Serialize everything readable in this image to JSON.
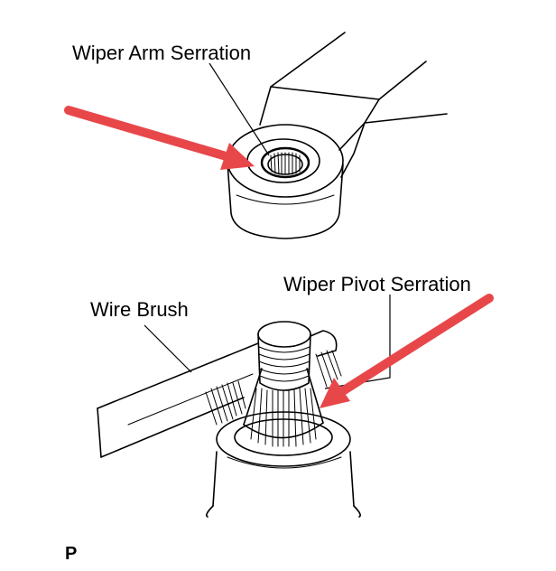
{
  "labels": {
    "wiper_arm_serration": "Wiper Arm Serration",
    "wiper_pivot_serration": "Wiper Pivot Serration",
    "wire_brush": "Wire Brush",
    "figure_mark": "P"
  },
  "colors": {
    "arrow": "#e8474a",
    "ink": "#000000",
    "background": "#ffffff"
  }
}
